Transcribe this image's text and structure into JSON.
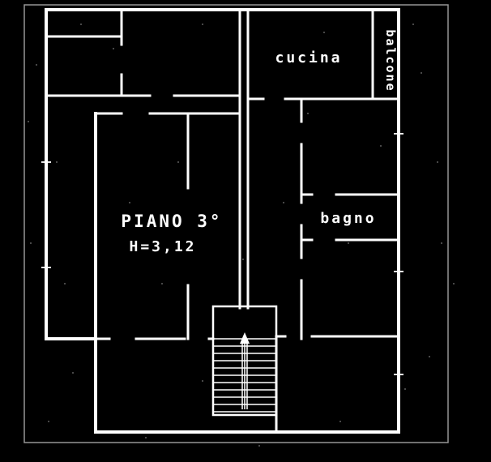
{
  "plan": {
    "labels": {
      "cucina": "cucina",
      "balcone": "balcone",
      "bagno": "bagno",
      "floor": "PIANO 3°",
      "height": "H=3,12"
    },
    "colors": {
      "background": "#000000",
      "wall": "#ffffff",
      "frame": "#c8c8c8"
    }
  }
}
